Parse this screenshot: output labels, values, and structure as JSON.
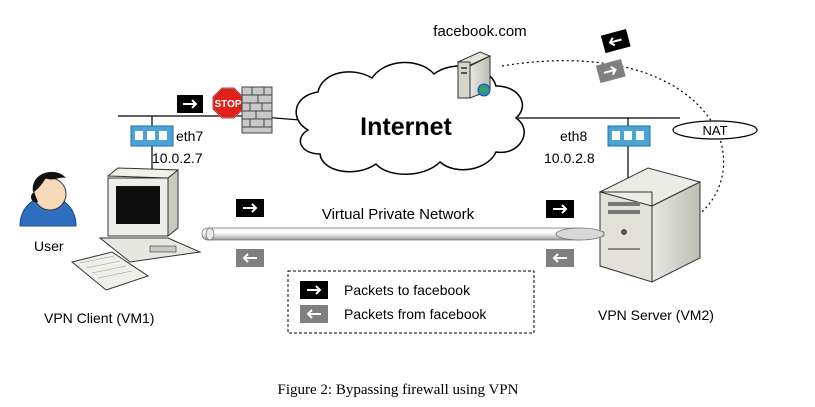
{
  "labels": {
    "server_name": "facebook.com",
    "internet": "Internet",
    "nat": "NAT",
    "client_iface": "eth7",
    "client_ip": "10.0.2.7",
    "server_iface": "eth8",
    "server_ip": "10.0.2.8",
    "user": "User",
    "vpn": "Virtual Private Network",
    "client_name": "VPN Client (VM1)",
    "server_vm_name": "VPN Server (VM2)",
    "stop_sign": "STOP"
  },
  "legend": {
    "to_facebook": "Packets to facebook",
    "from_facebook": "Packets from facebook"
  },
  "caption": "Figure 2: Bypassing firewall using VPN",
  "colors": {
    "packet_to": "#000000",
    "packet_from": "#7f7f7f",
    "stop": "#e0211b",
    "nic": "#4da3d6",
    "brick": "#bfbfbf"
  }
}
